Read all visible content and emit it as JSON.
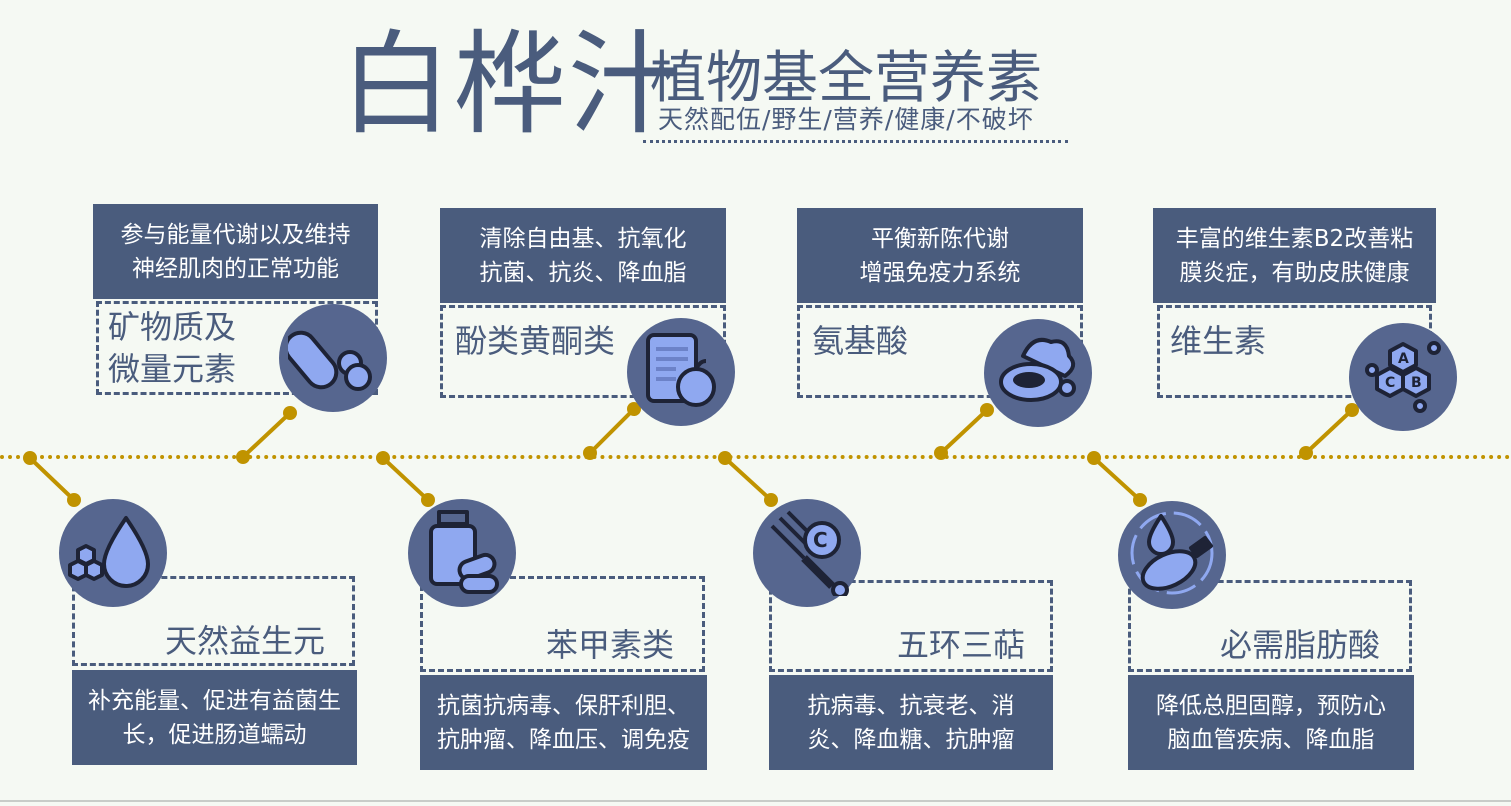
{
  "title": {
    "main": "白桦汁",
    "sub": "植物基全营养素",
    "tagline": "天然配伍/野生/营养/健康/不破坏"
  },
  "items": [
    {
      "name": "矿物质及\n微量元素",
      "desc": "参与能量代谢以及维持\n神经肌肉的正常功能",
      "icon": "pills-icon"
    },
    {
      "name": "酚类黄酮类",
      "desc": "清除自由基、抗氧化\n抗菌、抗炎、降血脂",
      "icon": "document-apple-icon"
    },
    {
      "name": "氨基酸",
      "desc": "平衡新陈代谢\n增强免疫力系统",
      "icon": "meat-vegetable-icon"
    },
    {
      "name": "维生素",
      "desc": "丰富的维生素B2改善粘\n膜炎症，有助皮肤健康",
      "icon": "vitamin-abc-icon"
    },
    {
      "name": "天然益生元",
      "desc": "补充能量、促进有益菌生\n长，促进肠道蠕动",
      "icon": "water-drop-hexagon-icon"
    },
    {
      "name": "苯甲素类",
      "desc": "抗菌抗病毒、保肝利胆、\n抗肿瘤、降血压、调免疫",
      "icon": "medicine-bottle-icon"
    },
    {
      "name": "五环三萜",
      "desc": "抗病毒、抗衰老、消\n炎、降血糖、抗肿瘤",
      "icon": "fork-vitamin-c-icon"
    },
    {
      "name": "必需脂肪酸",
      "desc": "降低总胆固醇，预防心\n脑血管疾病、降血脂",
      "icon": "oil-capsule-icon"
    }
  ],
  "colors": {
    "primary": "#4a5c7d",
    "circle": "#56668f",
    "accent": "#c09300",
    "icon": "#8fa8f0"
  }
}
